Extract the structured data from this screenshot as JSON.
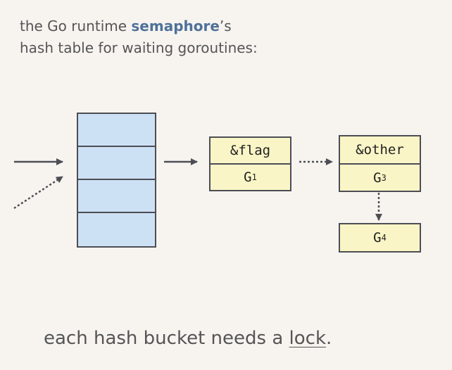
{
  "heading": {
    "line1_prefix": "the Go runtime ",
    "line1_keyword": "semaphore",
    "line1_suffix": "’s",
    "line2": "hash table for waiting goroutines:"
  },
  "nodes": {
    "flag": {
      "key": "&flag",
      "g_prefix": "G",
      "g_sub": "1"
    },
    "other": {
      "key": "&other",
      "g_prefix": "G",
      "g_sub": "3"
    },
    "g4": {
      "g_prefix": "G",
      "g_sub": "4"
    }
  },
  "caption": {
    "prefix": "each hash bucket needs a ",
    "link": "lock",
    "suffix": "."
  },
  "colors": {
    "background": "#f7f4f0",
    "keyword": "#4f7199",
    "table_fill": "#cde1f5",
    "node_fill": "#faf5c6",
    "stroke": "#4d4d55"
  }
}
